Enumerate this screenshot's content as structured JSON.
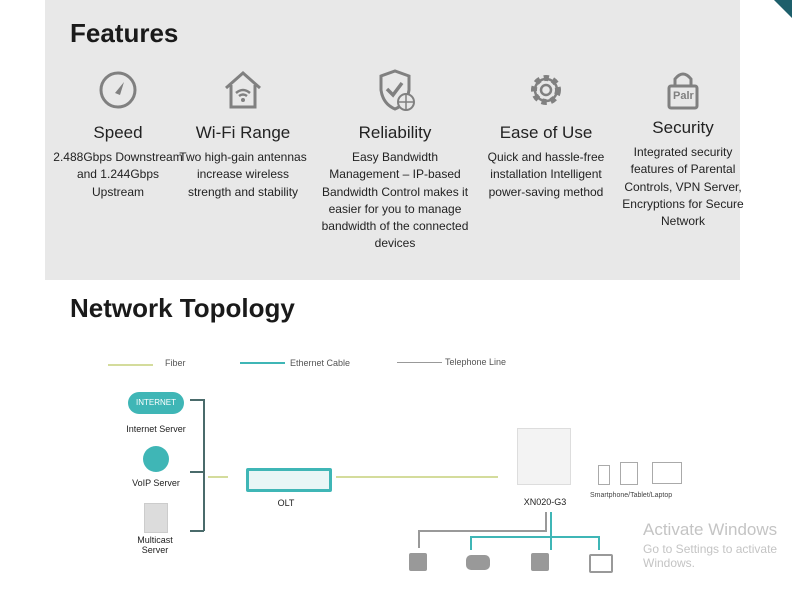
{
  "features": {
    "title": "Features",
    "items": [
      {
        "icon": "speedometer-icon",
        "title": "Speed",
        "desc": "2.488Gbps Downstream and 1.244Gbps Upstream"
      },
      {
        "icon": "wifi-home-icon",
        "title": "Wi-Fi Range",
        "desc": "Two high-gain antennas increase wireless strength and stability"
      },
      {
        "icon": "shield-check-icon",
        "title": "Reliability",
        "desc": "Easy Bandwidth Management – IP-based Bandwidth Control makes it easier for you to manage bandwidth of the connected devices"
      },
      {
        "icon": "gear-icon",
        "title": "Ease of Use",
        "desc": "Quick and hassle-free installation Intelligent power-saving method"
      },
      {
        "icon": "lock-icon",
        "title": "Security",
        "desc": "Integrated security features of Parental Controls, VPN Server, Encryptions for Secure Network",
        "lock_text": "Palr"
      }
    ]
  },
  "topology": {
    "title": "Network Topology",
    "legend": {
      "fiber": "Fiber",
      "ethernet": "Ethernet Cable",
      "telephone": "Telephone Line"
    },
    "cloud_text": "INTERNET",
    "internet_server": "Internet Server",
    "voip_server": "VoIP Server",
    "multicast_server": "Multicast Server",
    "olt": "OLT",
    "router": "XN020-G3",
    "devices": "Smartphone/Tablet/Laptop"
  },
  "colors": {
    "fiber": "#d4dc9c",
    "ethernet": "#3fb6b6",
    "telephone": "#999999",
    "panel": "#e8e8e8"
  },
  "watermark": {
    "line1": "Activate Windows",
    "line2": "Go to Settings to activate Windows."
  }
}
